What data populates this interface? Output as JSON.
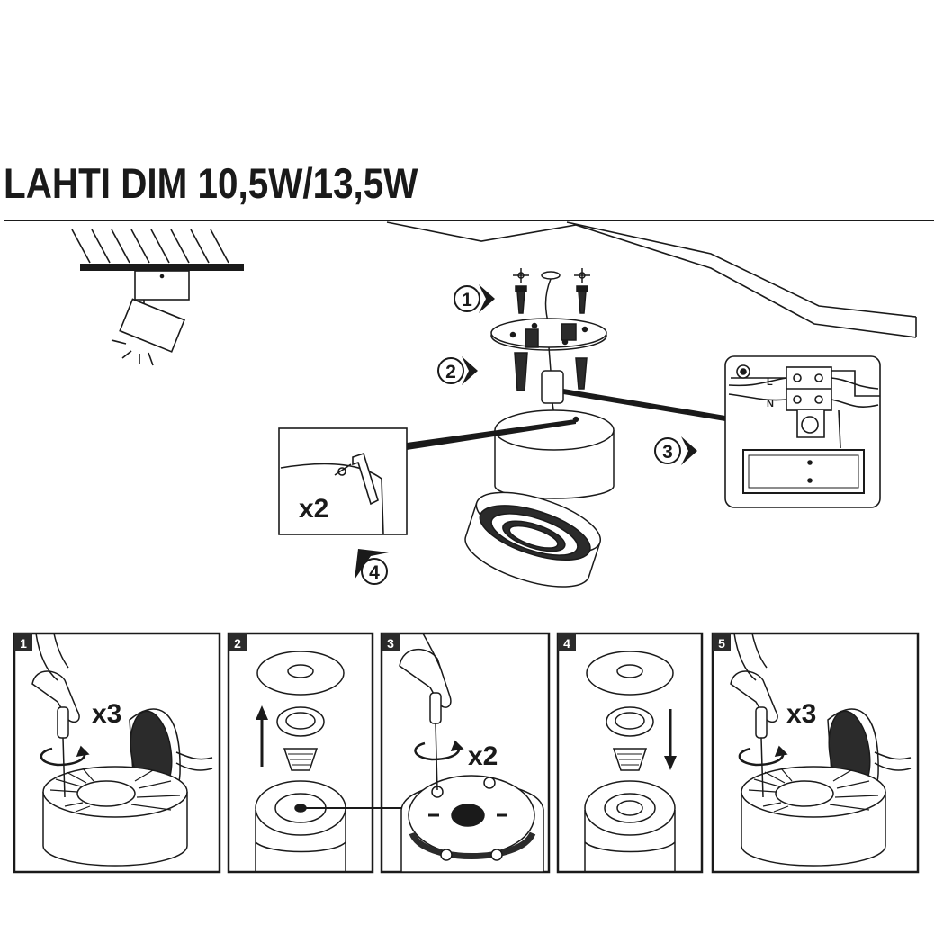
{
  "title": "LAHTI DIM 10,5W/13,5W",
  "colors": {
    "ink": "#1a1a1a",
    "paper": "#ffffff",
    "shade": "#2b2b2b"
  },
  "overview_steps": [
    "1",
    "2",
    "3",
    "4"
  ],
  "wiring_labels": [
    "L",
    "N"
  ],
  "inset_multiplier": "x2",
  "panels": [
    {
      "number": "1",
      "multiplier": "x3"
    },
    {
      "number": "2",
      "multiplier": ""
    },
    {
      "number": "3",
      "multiplier": "x2"
    },
    {
      "number": "4",
      "multiplier": ""
    },
    {
      "number": "5",
      "multiplier": "x3"
    }
  ],
  "icons": [
    "ceiling-mount-icon",
    "screw-icon",
    "mounting-plate-icon",
    "connector-block-icon",
    "hex-key-icon",
    "hand-screwdriver-icon",
    "rotate-arrow-icon",
    "arrow-up-icon",
    "arrow-down-icon"
  ]
}
